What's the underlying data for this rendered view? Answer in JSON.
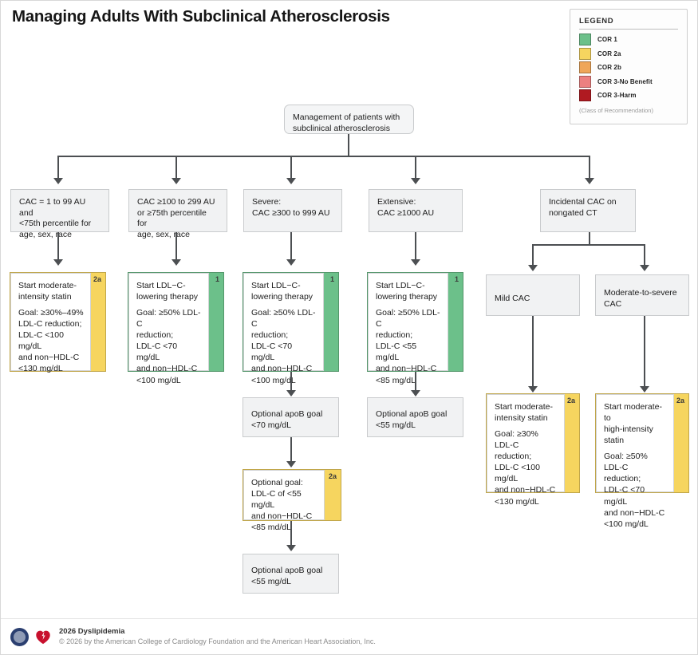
{
  "title": "Managing Adults With Subclinical Atherosclerosis",
  "legend": {
    "heading": "LEGEND",
    "note": "(Class of Recommendation)",
    "items": [
      {
        "label": "COR 1",
        "color": "#6cc08a"
      },
      {
        "label": "COR 2a",
        "color": "#f6d55f"
      },
      {
        "label": "COR 2b",
        "color": "#efa659"
      },
      {
        "label": "COR 3-No Benefit",
        "color": "#ec8080"
      },
      {
        "label": "COR 3-Harm",
        "color": "#b01a21"
      }
    ]
  },
  "root": {
    "line1": "Management of patients with",
    "line2": "subclinical atherosclerosis"
  },
  "criteria": [
    {
      "line1": "CAC = 1 to 99 AU and",
      "line2": "<75th percentile for",
      "line3": "age, sex, race"
    },
    {
      "line1": "CAC ≥100 to 299 AU",
      "line2": "or ≥75th percentile for",
      "line3": "age, sex, race"
    },
    {
      "line1": "Severe:",
      "line2": "CAC ≥300 to 999 AU",
      "line3": ""
    },
    {
      "line1": "Extensive:",
      "line2": "CAC ≥1000 AU",
      "line3": ""
    },
    {
      "line1": "Incidental CAC on",
      "line2": "nongated CT",
      "line3": ""
    }
  ],
  "recommendations": [
    {
      "cor": "2a",
      "color": "#f6d55f",
      "heading": "Start moderate-\nintensity statin",
      "body": "Goal: ≥30%–49%\nLDL-C reduction;\nLDL-C <100 mg/dL\nand non−HDL-C\n<130 mg/dL"
    },
    {
      "cor": "1",
      "color": "#6cc08a",
      "heading": "Start LDL−C-\nlowering therapy",
      "body": "Goal: ≥50% LDL-C\nreduction;\nLDL-C <70 mg/dL\nand non−HDL-C\n<100 mg/dL"
    },
    {
      "cor": "1",
      "color": "#6cc08a",
      "heading": "Start LDL−C-\nlowering therapy",
      "body": "Goal: ≥50% LDL-C\nreduction;\nLDL-C <70 mg/dL\nand non−HDL-C\n<100 mg/dL"
    },
    {
      "cor": "1",
      "color": "#6cc08a",
      "heading": "Start LDL−C-\nlowering therapy",
      "body": "Goal: ≥50% LDL-C\nreduction;\nLDL-C <55 mg/dL\nand non−HDL-C\n<85 mg/dL"
    }
  ],
  "incidental_branches": [
    {
      "line1": "Mild CAC",
      "line2": ""
    },
    {
      "line1": "Moderate-to-severe",
      "line2": "CAC"
    }
  ],
  "incidental_recommendations": [
    {
      "cor": "2a",
      "color": "#f6d55f",
      "heading": "Start moderate-\nintensity statin",
      "body": "Goal: ≥30% LDL-C\nreduction;\nLDL-C <100 mg/dL\nand non−HDL-C\n<130 mg/dL"
    },
    {
      "cor": "2a",
      "color": "#f6d55f",
      "heading": "Start moderate- to\nhigh-intensity statin",
      "body": "Goal: ≥50% LDL-C\nreduction;\nLDL-C <70 mg/dL\nand non−HDL-C\n<100 mg/dL"
    }
  ],
  "apob_severe": {
    "line1": "Optional apoB goal",
    "line2": "<70 mg/dL"
  },
  "optional_goal": {
    "cor": "2a",
    "color": "#f6d55f",
    "body": "Optional goal:\nLDL-C of <55 mg/dL\nand non−HDL-C\n<85 md/dL"
  },
  "apob_severe_2": {
    "line1": "Optional apoB goal",
    "line2": "<55 mg/dL"
  },
  "apob_extensive": {
    "line1": "Optional apoB goal",
    "line2": "<55 mg/dL"
  },
  "footer": {
    "line1": "2026 Dyslipidemia",
    "line2": "© 2026 by the American College of Cardiology Foundation and the American Heart Association, Inc."
  }
}
